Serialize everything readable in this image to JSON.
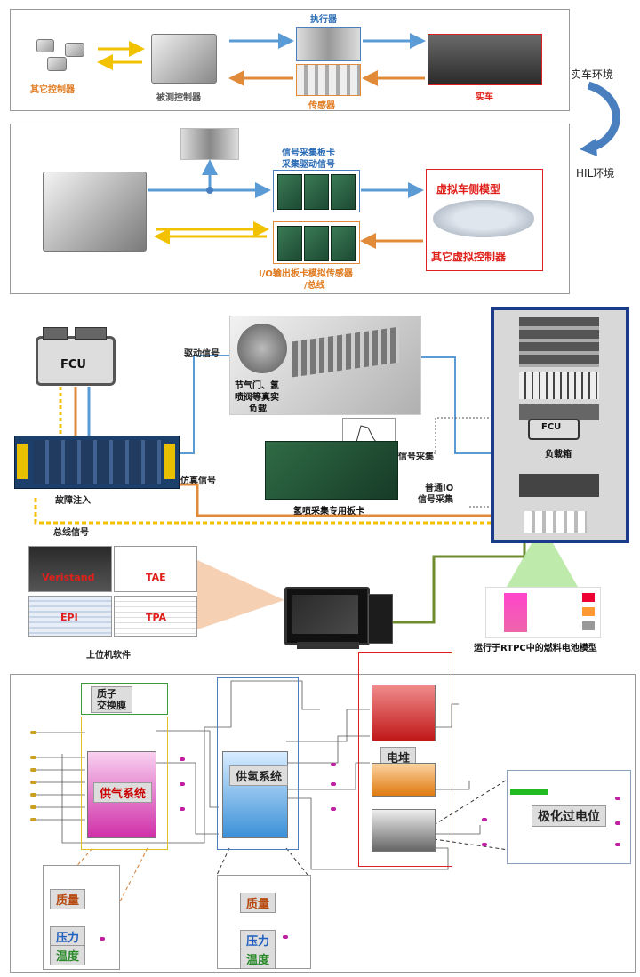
{
  "top_panel": {
    "other_controller": "其它控制器",
    "tested_controller": "被测控制器",
    "actuator": "执行器",
    "sensor": "传感器",
    "real_car": "实车"
  },
  "side_labels": {
    "real_env": "实车环境",
    "hil_env": "HIL环境"
  },
  "hil_panel": {
    "acq_card_line1": "信号采集板卡",
    "acq_card_line2": "采集驱动信号",
    "io_card_line1": "I/O输出板卡模拟传感器",
    "io_card_line2": "/总线",
    "virtual_model": "虚拟车侧模型",
    "other_virtual": "其它虚拟控制器"
  },
  "system": {
    "fcu": "FCU",
    "drive_signal": "驱动信号",
    "load_line1": "节气门、氢",
    "load_line2": "喷阀等真实",
    "load_line3": "负载",
    "signal_acq": "信号采集",
    "normal_io_line1": "普通IO",
    "normal_io_line2": "信号采集",
    "h2_card": "氢喷采集专用板卡",
    "sim_signal": "仿真信号",
    "fault_inject": "故障注入",
    "bus_signal": "总线信号",
    "rack_fcu": "FCU",
    "load_box": "负载箱",
    "sw_veristand": "Veristand",
    "sw_tae": "TAE",
    "sw_epi": "EPI",
    "sw_tpa": "TPA",
    "host_software": "上位机软件",
    "rtpc_model": "运行于RTPC中的燃料电池模型"
  },
  "model": {
    "pem": "质子\n交换膜",
    "air_system": "供气系统",
    "h2_system": "供氢系统",
    "stack": "电堆",
    "polarization": "极化过电位",
    "mass1": "质量",
    "pressure1": "压力",
    "temp1": "温度",
    "mass2": "质量",
    "pressure2": "压力",
    "temp2": "温度"
  },
  "colors": {
    "blue_line": "#5b9bd5",
    "orange_line": "#e08a3a",
    "yellow_line": "#f2c200",
    "red_box": "#e02020",
    "green_line": "#6e8c2e"
  }
}
